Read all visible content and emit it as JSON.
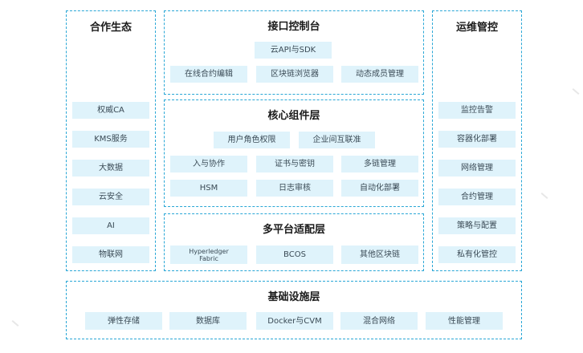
{
  "left_panel": {
    "title": "合作生态",
    "items": [
      "权威CA",
      "KMS服务",
      "大数据",
      "云安全",
      "AI",
      "物联网"
    ]
  },
  "api_panel": {
    "title": "接口控制台",
    "row1": [
      "云API与SDK"
    ],
    "row2": [
      "在线合约编辑",
      "区块链浏览器",
      "动态成员管理"
    ]
  },
  "core_panel": {
    "title": "核心组件层",
    "row1": [
      "用户角色权限",
      "企业间互联准"
    ],
    "row2": [
      "入与协作",
      "证书与密钥",
      "多链管理"
    ],
    "row3": [
      "HSM",
      "日志审核",
      "自动化部署"
    ]
  },
  "multi_panel": {
    "title": "多平台适配层",
    "items": [
      "Hyperledger Fabric",
      "BCOS",
      "其他区块链"
    ]
  },
  "right_panel": {
    "title": "运维管控",
    "items": [
      "监控告警",
      "容器化部署",
      "网络管理",
      "合约管理",
      "策略与配置",
      "私有化管控"
    ]
  },
  "infra_panel": {
    "title": "基础设施层",
    "items": [
      "弹性存储",
      "数据库",
      "Docker与CVM",
      "混合网络",
      "性能管理"
    ]
  },
  "colors": {
    "border": "#2aa7d6",
    "box": "#dff3fb",
    "text": "#3a4a55"
  }
}
